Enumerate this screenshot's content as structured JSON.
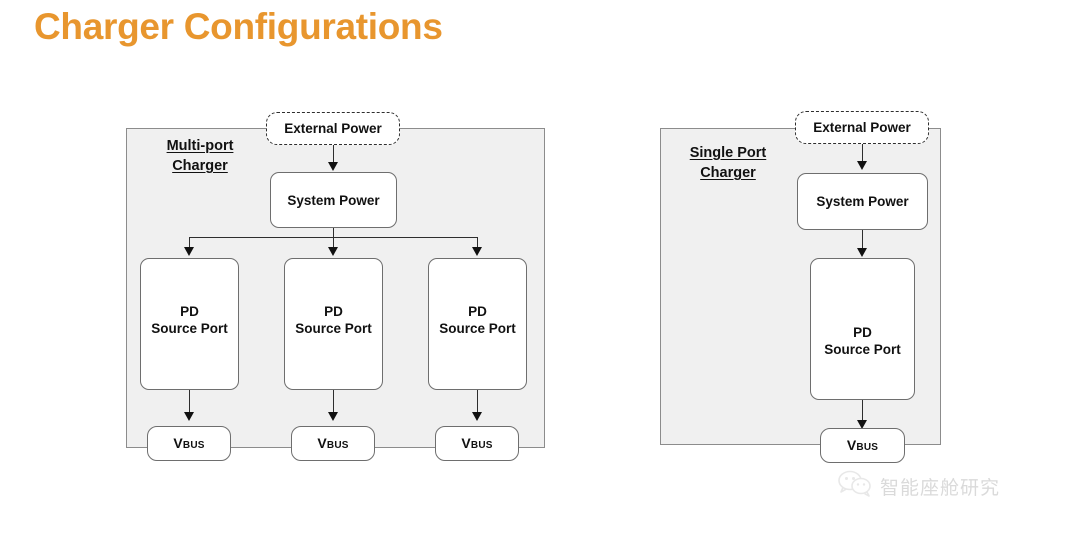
{
  "slide": {
    "title": "Charger Configurations",
    "title_color": "#E8962E",
    "background_color": "#ffffff"
  },
  "diagram": {
    "panel_fill": "#f0f0f0",
    "panel_border": "#8c8c8c",
    "node_fill": "#ffffff",
    "node_border": "#6e6e6e",
    "connector_color": "#2e2e2e",
    "panels": [
      {
        "id": "multi-port",
        "label": "Multi-port\nCharger",
        "external_power": "External Power",
        "system_power": "System Power",
        "ports": [
          {
            "label": "PD\nSource Port",
            "vbus": "Vbus"
          },
          {
            "label": "PD\nSource Port",
            "vbus": "Vbus"
          },
          {
            "label": "PD\nSource Port",
            "vbus": "Vbus"
          }
        ]
      },
      {
        "id": "single-port",
        "label": "Single Port\nCharger",
        "external_power": "External Power",
        "system_power": "System Power",
        "ports": [
          {
            "label": "PD\nSource Port",
            "vbus": "Vbus"
          }
        ]
      }
    ]
  },
  "watermark": {
    "icon": "wechat-logo-icon",
    "text": "智能座舱研究"
  }
}
